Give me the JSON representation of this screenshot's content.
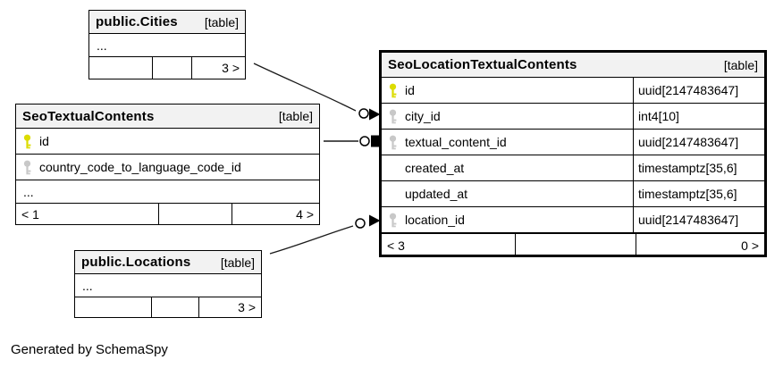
{
  "caption": "Generated by SchemaSpy",
  "colors": {
    "primary_key": "#dcdc00",
    "foreign_key": "#c8c8c8",
    "header_bg": "#f2f2f2",
    "border": "#000000"
  },
  "tables": [
    {
      "name": "public.Cities",
      "tag": "[table]",
      "ellipsis": "...",
      "footer": {
        "left": "",
        "mid": "",
        "right": "3 >"
      }
    },
    {
      "name": "SeoTextualContents",
      "tag": "[table]",
      "columns": [
        {
          "name": "id",
          "key": "primary"
        },
        {
          "name": "country_code_to_language_code_id",
          "key": "foreign"
        }
      ],
      "ellipsis": "...",
      "footer": {
        "left": "< 1",
        "mid": "",
        "right": "4 >"
      }
    },
    {
      "name": "public.Locations",
      "tag": "[table]",
      "ellipsis": "...",
      "footer": {
        "left": "",
        "mid": "",
        "right": "3 >"
      }
    },
    {
      "name": "SeoLocationTextualContents",
      "tag": "[table]",
      "columns": [
        {
          "name": "id",
          "type": "uuid[2147483647]",
          "key": "primary"
        },
        {
          "name": "city_id",
          "type": "int4[10]",
          "key": "foreign"
        },
        {
          "name": "textual_content_id",
          "type": "uuid[2147483647]",
          "key": "foreign"
        },
        {
          "name": "created_at",
          "type": "timestamptz[35,6]",
          "key": "none"
        },
        {
          "name": "updated_at",
          "type": "timestamptz[35,6]",
          "key": "none"
        },
        {
          "name": "location_id",
          "type": "uuid[2147483647]",
          "key": "foreign"
        }
      ],
      "footer": {
        "left": "< 3",
        "mid": "",
        "right": "0 >"
      }
    }
  ],
  "relationships": [
    {
      "from": "public.Cities",
      "to": "SeoLocationTextualContents.city_id"
    },
    {
      "from": "SeoTextualContents.id",
      "to": "SeoLocationTextualContents.textual_content_id"
    },
    {
      "from": "public.Locations",
      "to": "SeoLocationTextualContents.location_id"
    }
  ]
}
